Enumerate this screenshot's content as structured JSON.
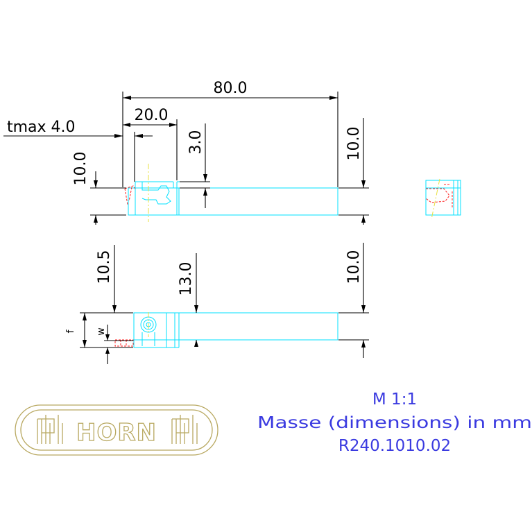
{
  "dimensions": {
    "length_total": "80.0",
    "length_head": "20.0",
    "tmax": "tmax 4.0",
    "offset_top": "3.0",
    "height_left_top": "10.0",
    "height_right_top": "10.0",
    "height_left_bottom": "10.5",
    "height_mid_bottom": "13.0",
    "height_right_bottom": "10.0",
    "label_f": "f",
    "label_w": "w"
  },
  "notes": {
    "scale": "M 1:1",
    "units": "Masse (dimensions) in mm",
    "part_number": "R240.1010.02"
  },
  "logo": {
    "text": "HORN"
  },
  "colors": {
    "dimension_lines": "#000000",
    "part_outline": "#00e0ff",
    "hidden_lines": "#ff2020",
    "center_lines": "#e8e040",
    "logo": "#b8a860",
    "notes_text": "#3a3ae0"
  }
}
